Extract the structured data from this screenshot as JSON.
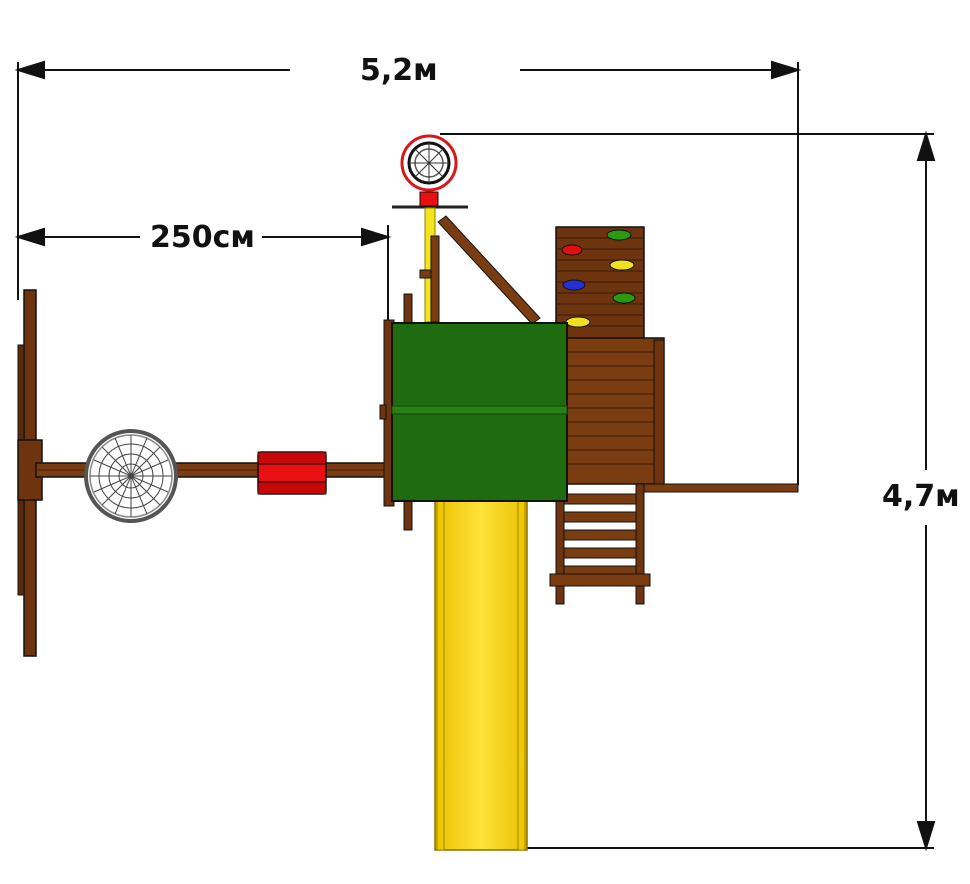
{
  "dimensions": {
    "total_width": "5,2м",
    "swing_beam_length": "250см",
    "total_depth": "4,7м"
  },
  "colors": {
    "wood": "#7a3d12",
    "wood_dark": "#4a220a",
    "roof": "#1f6b10",
    "roof_dark": "#0f4a06",
    "slide": "#f4d21a",
    "slide_dark": "#c9a800",
    "swing_seat": "#e81010",
    "hoop_red": "#d81818",
    "hold_red": "#e01010",
    "hold_green": "#2a9a10",
    "hold_yellow": "#f0e020",
    "hold_blue": "#2530d0",
    "outline": "#111111"
  },
  "icons": {
    "nest_swing": "nest-swing-icon",
    "basketball_hoop": "basketball-hoop-icon",
    "climbing_holds": "climbing-hold-icon"
  }
}
